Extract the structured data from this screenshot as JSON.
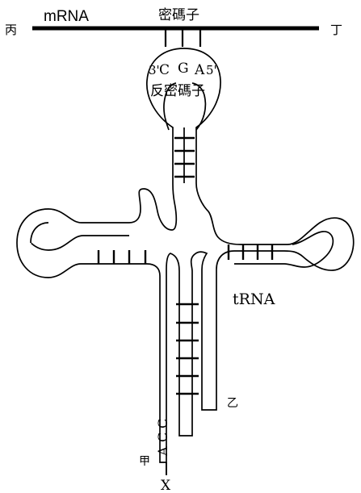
{
  "mrna": {
    "label": "mRNA",
    "left_end": "丙",
    "right_end": "丁",
    "codon_label": "密碼子"
  },
  "anticodon": {
    "prime3": "3'",
    "bases": [
      "C",
      "G",
      "A"
    ],
    "prime5": "5'",
    "label": "反密碼子"
  },
  "trna": {
    "label": "tRNA",
    "acceptor_bases": [
      "A",
      "C",
      "C"
    ],
    "end_3_label": "甲",
    "end_5_label": "乙",
    "attached_label": "X"
  },
  "colors": {
    "stroke": "#000000",
    "background": "#ffffff"
  }
}
